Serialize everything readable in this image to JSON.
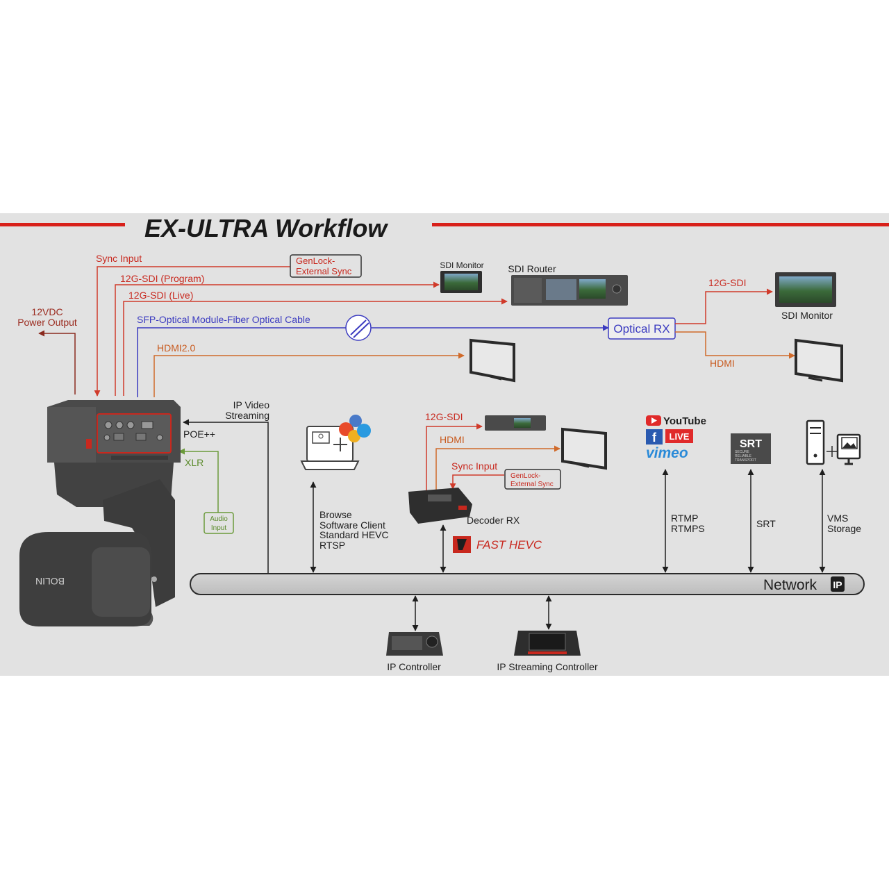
{
  "title": "EX-ULTRA Workflow",
  "colors": {
    "background": "#e2e2e2",
    "accent_red": "#d8201a",
    "sdi_red": "#d03a2a",
    "hdmi_orange": "#d06a2a",
    "optical_blue": "#3b3bc0",
    "audio_green": "#6a9a3a",
    "network_bar": "#c6c6c6",
    "dark_device": "#3a3a3a"
  },
  "camera": {
    "brand": "BOLIN",
    "power_output": [
      "12VDC",
      "Power Output"
    ],
    "sync_input": "Sync Input",
    "genlock": [
      "GenLock-",
      "External Sync"
    ],
    "sdi_program": "12G-SDI (Program)",
    "sdi_live": "12G-SDI (Live)",
    "optical": "SFP-Optical Module-Fiber Optical Cable",
    "hdmi": "HDMI2.0",
    "ip_streaming": [
      "IP Video",
      "Streaming"
    ],
    "poe": "POE++",
    "xlr": "XLR",
    "audio_input": [
      "Audio",
      "Input"
    ]
  },
  "devices": {
    "sdi_monitor_small": "SDI Monitor",
    "sdi_router": "SDI Router",
    "optical_rx": "Optical RX",
    "rx_sdi": "12G-SDI",
    "sdi_monitor": "SDI Monitor",
    "rx_hdmi": "HDMI"
  },
  "decoder": {
    "sdi": "12G-SDI",
    "hdmi": "HDMI",
    "sync_input": "Sync Input",
    "genlock": [
      "GenLock-",
      "External Sync"
    ],
    "label": "Decoder RX",
    "fast_hevc": "FAST HEVC"
  },
  "software": {
    "lines": [
      "Browse",
      "Software Client",
      "Standard HEVC",
      "RTSP"
    ]
  },
  "streaming": {
    "youtube": "YouTube",
    "live": "LIVE",
    "vimeo": "vimeo",
    "protocols": [
      "RTMP",
      "RTMPS"
    ],
    "srt_logo": "SRT",
    "srt_tagline": [
      "SECURE",
      "RELIABLE",
      "TRANSPORT"
    ],
    "srt": "SRT",
    "vms": [
      "VMS",
      "Storage"
    ]
  },
  "network": {
    "label": "Network",
    "badge": "IP"
  },
  "controllers": {
    "ip_controller": "IP Controller",
    "ip_streaming_controller": "IP Streaming Controller"
  }
}
